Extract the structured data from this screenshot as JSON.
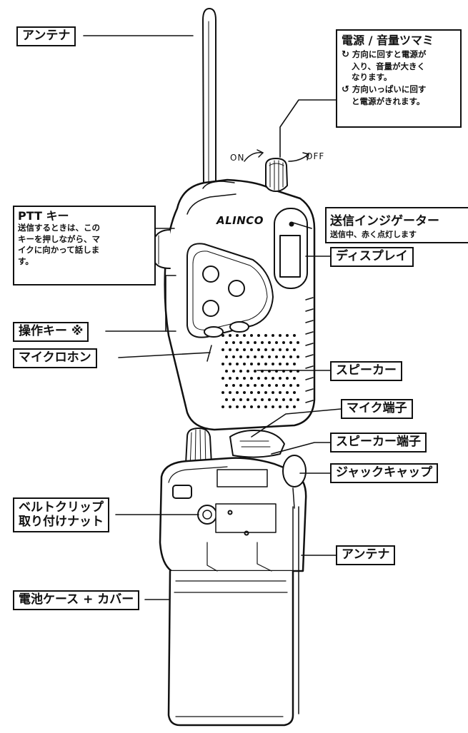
{
  "front": {
    "antenna_label": "アンテナ",
    "brand": "ALINCO",
    "on_label": "ON",
    "off_label": "OFF",
    "power_knob": {
      "title": "電源 / 音量ツマミ",
      "line1": "方向に回すと電源が",
      "line2": "入り、音量が大きく",
      "line3": "なります。",
      "line4": "方向いっぱいに回す",
      "line5": "と電源がきれます。"
    },
    "ptt": {
      "title": "PTT キー",
      "line1": "送信するときは、この",
      "line2": "キーを押しながら、マ",
      "line3": "イクに向かって話しま",
      "line4": "す。"
    },
    "tx_indicator": {
      "title": "送信インジゲーター",
      "desc": "送信中、赤く点灯します"
    },
    "display_label": "ディスプレイ",
    "keys_label": "操作キー ※",
    "mic_label": "マイクロホン",
    "speaker_label": "スピーカー"
  },
  "back": {
    "mic_jack_label": "マイク端子",
    "speaker_jack_label": "スピーカー端子",
    "jack_cap_label": "ジャックキャップ",
    "belt_clip": {
      "line1": "ベルトクリップ",
      "line2": "取り付けナット"
    },
    "antenna_label": "アンテナ",
    "battery_label": "電池ケース + カバー"
  }
}
